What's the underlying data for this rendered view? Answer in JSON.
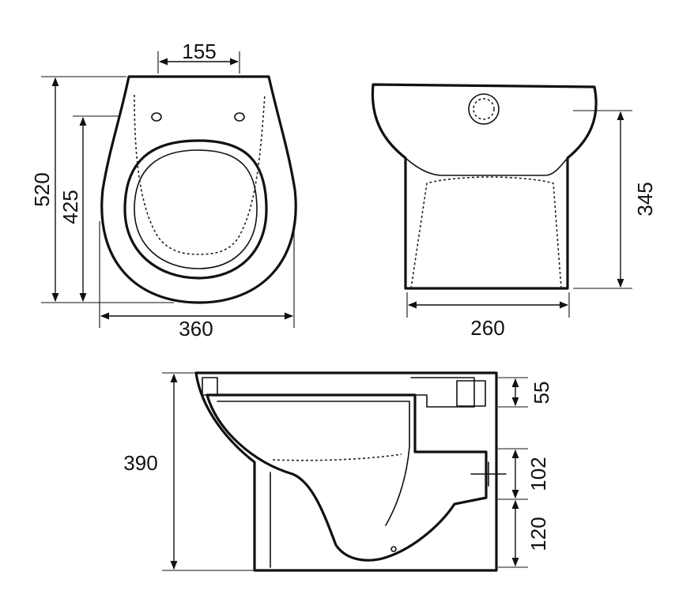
{
  "dimensions": {
    "top_view": {
      "width_top": "155",
      "length_total": "520",
      "length_seat": "425",
      "width": "360"
    },
    "front_view": {
      "height": "345",
      "width": "260"
    },
    "side_view": {
      "height": "390",
      "inlet_height": "55",
      "outlet_height": "102",
      "outlet_offset": "120"
    }
  },
  "colors": {
    "line": "#111111",
    "background": "#ffffff"
  }
}
